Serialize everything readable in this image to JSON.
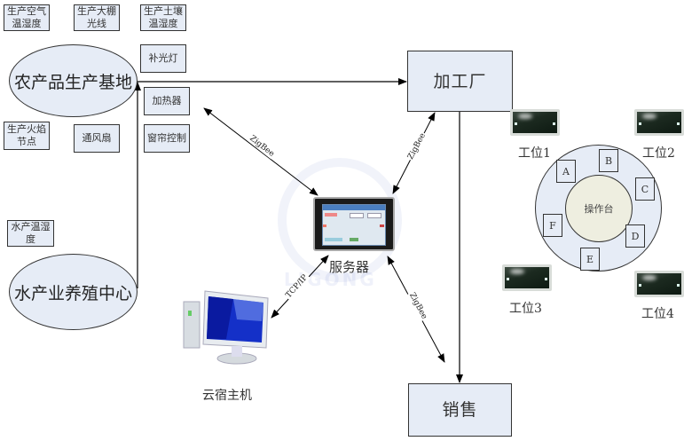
{
  "sensors_top": [
    {
      "label": "生产空气温湿度"
    },
    {
      "label": "生产大棚光线"
    },
    {
      "label": "生产土壤温湿度"
    }
  ],
  "actuators": [
    {
      "label": "补光灯"
    },
    {
      "label": "加热器"
    },
    {
      "label": "窗帘控制"
    }
  ],
  "sensors_mid": [
    {
      "label": "生产火焰节点"
    },
    {
      "label": "通风扇"
    }
  ],
  "aquaculture_sensor": {
    "label": "水产温湿度"
  },
  "nodes": {
    "farm_base": "农产品生产基地",
    "aquaculture_center": "水产业养殖中心",
    "processing_plant": "加工厂",
    "sales": "销售",
    "server": "服务器",
    "host": "云宿主机"
  },
  "links": {
    "zigbee_left": "ZigBee",
    "zigbee_right": "ZigBee",
    "zigbee_bottom": "ZigBee",
    "tcpip": "TCP/IP"
  },
  "workstation": {
    "center_label": "操作台",
    "segments": [
      "A",
      "B",
      "C",
      "D",
      "E",
      "F"
    ],
    "stations": [
      "工位1",
      "工位2",
      "工位3",
      "工位4"
    ]
  },
  "watermark": {
    "text": "LIGONG"
  },
  "colors": {
    "box_fill": "#e6ecf6",
    "center_fill": "#eeeee0",
    "stroke": "#333333"
  }
}
